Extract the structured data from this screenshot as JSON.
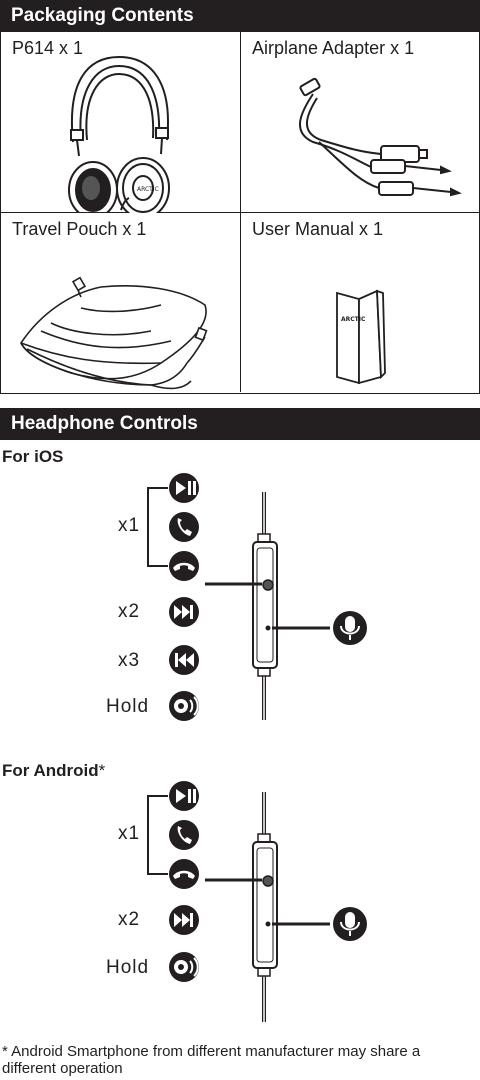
{
  "packaging": {
    "title": "Packaging Contents",
    "items": [
      {
        "label": "P614 x 1",
        "icon": "headphones-illustration"
      },
      {
        "label": "Airplane Adapter x 1",
        "icon": "airplane-adapter-illustration"
      },
      {
        "label": "Travel Pouch x 1",
        "icon": "travel-pouch-illustration"
      },
      {
        "label": "User Manual x 1",
        "icon": "user-manual-illustration"
      }
    ],
    "manual_brand": "ARCTIC"
  },
  "controls": {
    "title": "Headphone Controls",
    "ios": {
      "heading": "For iOS",
      "presses": [
        "x1",
        "x2",
        "x3",
        "Hold"
      ]
    },
    "android": {
      "heading": "For Android",
      "asterisk": "*",
      "presses": [
        "x1",
        "x2",
        "Hold"
      ]
    }
  },
  "footnote": "* Android Smartphone from different manufacturer may share a different operation",
  "colors": {
    "ink": "#231f20",
    "background": "#ffffff"
  }
}
